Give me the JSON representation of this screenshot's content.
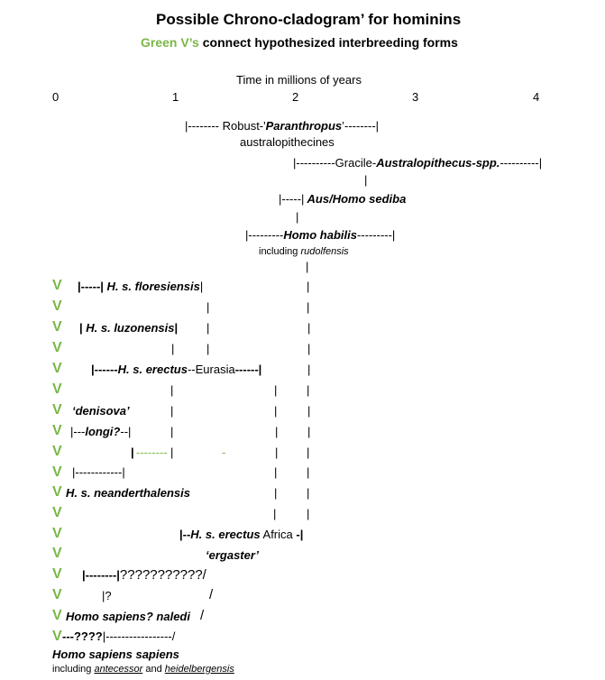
{
  "title": "Possible Chrono-cladogram’ for hominins",
  "subtitle_green": "Green V’s",
  "subtitle_rest": " connect hypothesized interbreeding forms",
  "axis_label": "Time in millions of years",
  "ticks": [
    "0",
    "1",
    "2",
    "3",
    "4"
  ],
  "v_mark": "V",
  "rows": {
    "robust_a": "|-------- Robust-'",
    "robust_b": "Paranthropus",
    "robust_c": "’--------|",
    "robust_sub": "australopithecines",
    "gracile_a": "|----------Gracile-",
    "gracile_b": "Australopithecus-spp.",
    "gracile_c": "----------|",
    "conn_1": "|",
    "sediba_a": "|-----|",
    "sediba_b": " Aus/Homo sediba",
    "conn_2": "|",
    "habilis_a": "|---------",
    "habilis_b": "Homo habilis",
    "habilis_c": "---------|",
    "habilis_sub_a": "including ",
    "habilis_sub_b": "rudolfensis",
    "conn_3": "|",
    "flores_a": "|-----|",
    "flores_b": " H. s. floresiensis",
    "flores_c": "|",
    "pipe": "|",
    "luzon_a": "|",
    "luzon_b": " H. s. luzonensis",
    "luzon_c": "|",
    "erectus_a": "|------",
    "erectus_b": "H. s. erectus",
    "erectus_c": "--Eurasia",
    "erectus_d": "------|",
    "denisova": "‘denisova’",
    "longi_a": "|---",
    "longi_b": "longi?",
    "longi_c": "--|",
    "green_dash_a": "--------",
    "green_dash_b": "-",
    "dash_row": "|------------|",
    "neander": "H. s. neanderthalensis",
    "erectus_af_a": "|--",
    "erectus_af_b": "H. s. erectus",
    "erectus_af_c": " Africa",
    "erectus_af_d": " -|",
    "ergaster": "‘ergaster’",
    "qmarks_a": "|--------|",
    "qmarks_b": "???????????/",
    "q_short": "|?",
    "slash": "/",
    "naledi": "Homo sapiens? naledi",
    "sapiens_line_a": "---????",
    "sapiens_line_b": "|-----------------/",
    "sapiens": "Homo sapiens sapiens",
    "sapiens_sub_a": "including ",
    "sapiens_sub_b": "antecessor",
    "sapiens_sub_c": " and ",
    "sapiens_sub_d": "heidelbergensis"
  }
}
